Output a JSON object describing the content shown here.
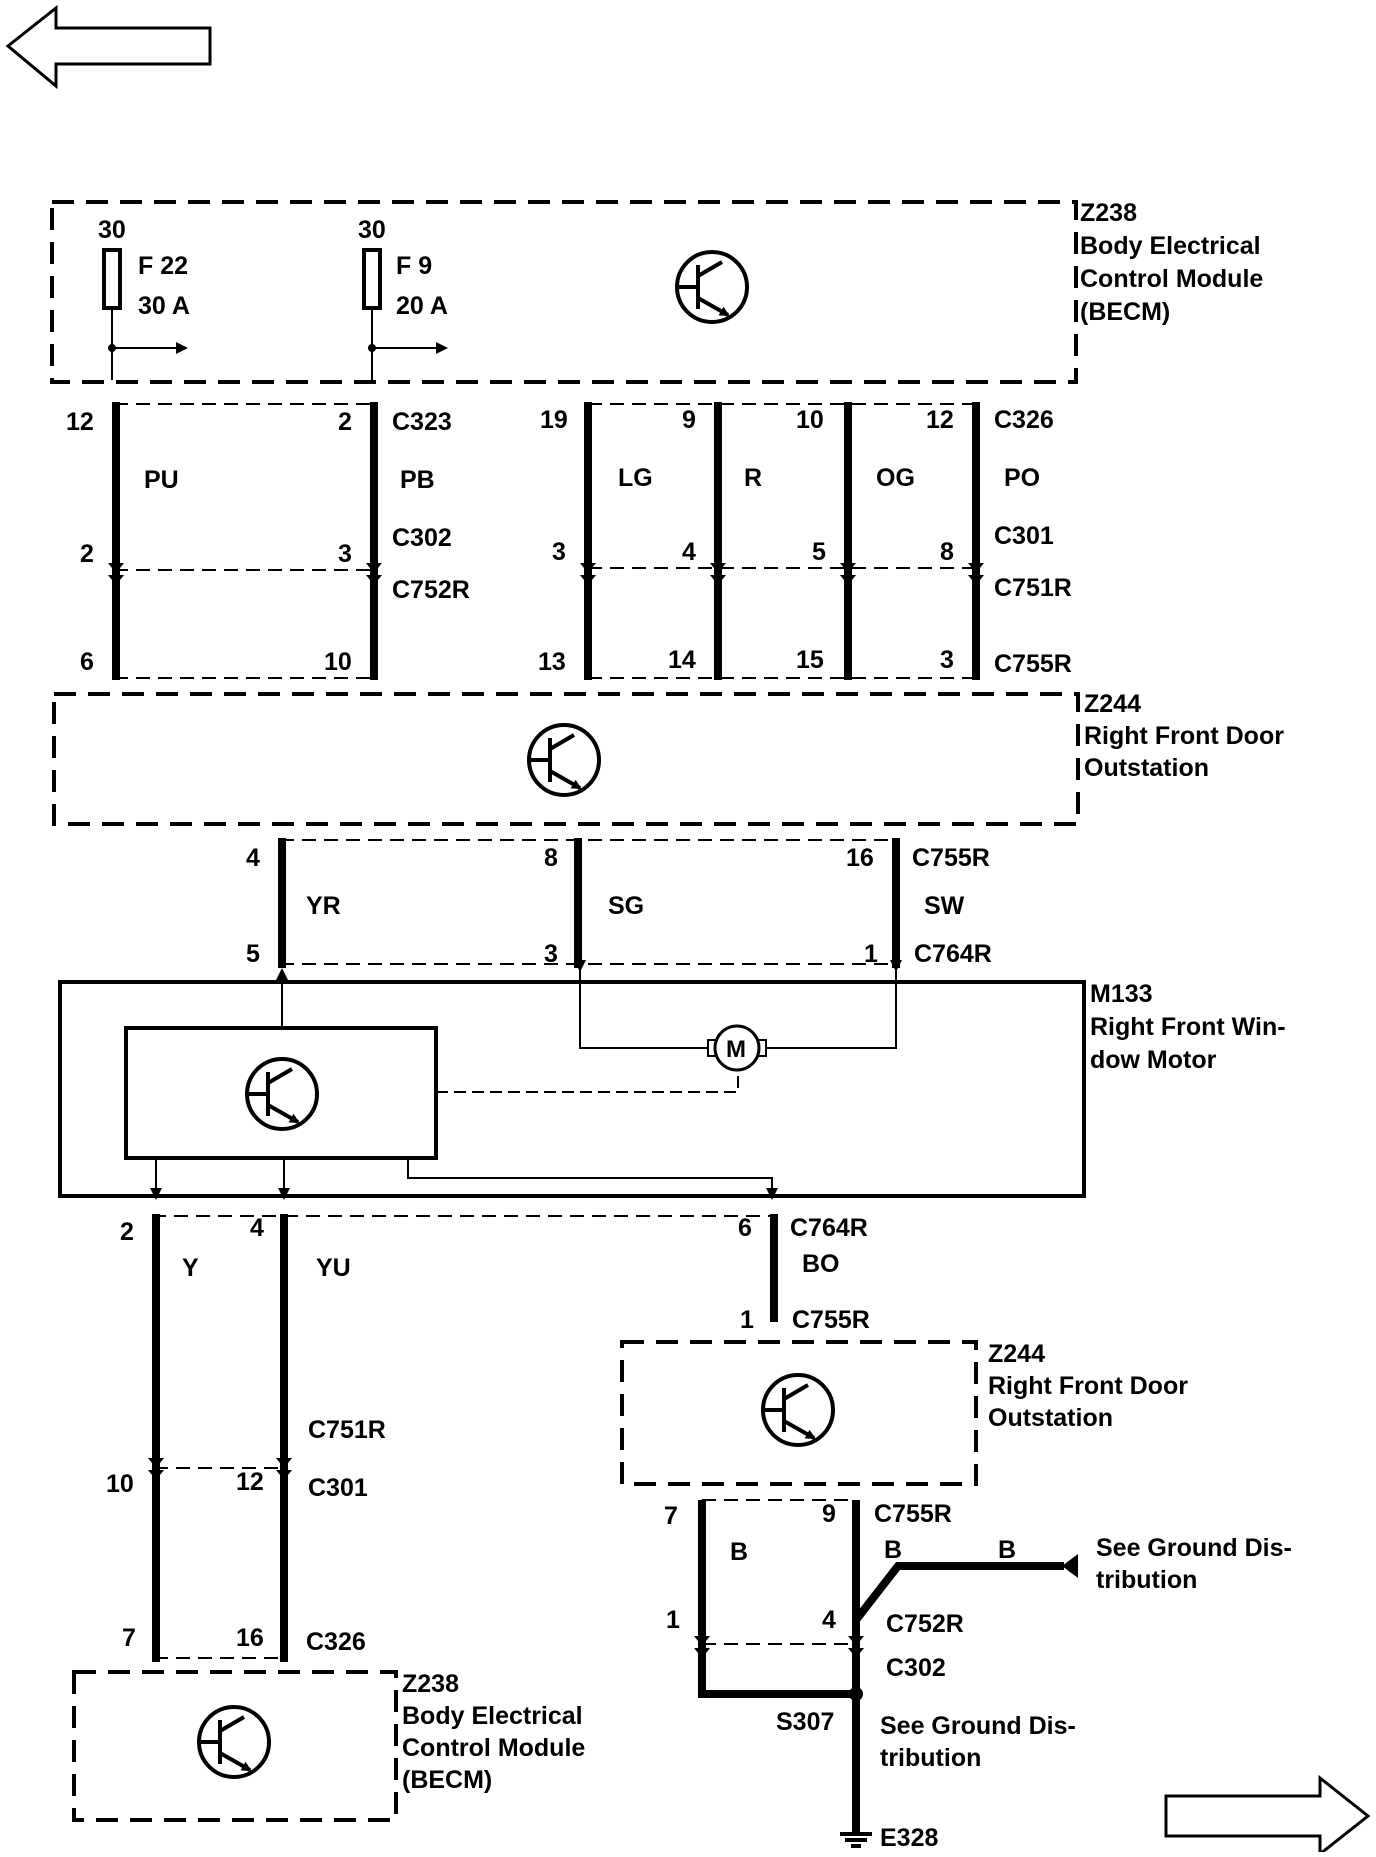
{
  "nav": {
    "prev_icon": "left-arrow-icon",
    "next_icon": "right-arrow-icon"
  },
  "becm_top": {
    "id": "Z238",
    "name_lines": [
      "Body Electrical",
      "Control Module",
      "(BECM)"
    ],
    "fuses": [
      {
        "supply": "30",
        "name": "F 22",
        "rating": "30 A"
      },
      {
        "supply": "30",
        "name": "F 9",
        "rating": "20 A"
      }
    ]
  },
  "connectors_top": {
    "c323": "C323",
    "c302": "C302",
    "c752r": "C752R",
    "c326": "C326",
    "c301": "C301",
    "c751r": "C751R",
    "c755r": "C755R"
  },
  "wires_top": [
    {
      "color": "PU",
      "pin_a": "12",
      "pin_b": "2",
      "pin_c": "6"
    },
    {
      "color": "PB",
      "pin_a": "2",
      "pin_b": "3",
      "pin_c": "10"
    },
    {
      "color": "LG",
      "pin_a": "19",
      "pin_b": "3",
      "pin_c": "13"
    },
    {
      "color": "R",
      "pin_a": "9",
      "pin_b": "4",
      "pin_c": "14"
    },
    {
      "color": "OG",
      "pin_a": "10",
      "pin_b": "5",
      "pin_c": "15"
    },
    {
      "color": "PO",
      "pin_a": "12",
      "pin_b": "8",
      "pin_c": "3"
    }
  ],
  "door_outstation_1": {
    "id": "Z244",
    "name_lines": [
      "Right Front Door",
      "Outstation"
    ]
  },
  "motor_link": {
    "conn_top": "C755R",
    "conn_bottom": "C764R",
    "wires": [
      {
        "color": "YR",
        "pin_top": "4",
        "pin_bottom": "5"
      },
      {
        "color": "SG",
        "pin_top": "8",
        "pin_bottom": "3"
      },
      {
        "color": "SW",
        "pin_top": "16",
        "pin_bottom": "1"
      }
    ]
  },
  "motor": {
    "id": "M133",
    "name_lines": [
      "Right Front Win-",
      "dow Motor"
    ],
    "symbol": "M"
  },
  "lower_left": {
    "wires": [
      {
        "color": "Y",
        "pin_top": "2",
        "pin_mid": "10",
        "pin_bottom": "7"
      },
      {
        "color": "YU",
        "pin_top": "4",
        "pin_mid": "12",
        "pin_bottom": "16"
      }
    ],
    "c751r": "C751R",
    "c301": "C301",
    "c326": "C326"
  },
  "becm_bottom": {
    "id": "Z238",
    "name_lines": [
      "Body Electrical",
      "Control Module",
      "(BECM)"
    ]
  },
  "lower_right": {
    "bo_wire": {
      "color": "BO",
      "pin_top": "6",
      "pin_bottom": "1",
      "conn_top": "C764R",
      "conn_bottom": "C755R"
    },
    "door_outstation_2": {
      "id": "Z244",
      "name_lines": [
        "Right Front Door",
        "Outstation"
      ]
    },
    "ground_wires": {
      "conn": "C755R",
      "left": {
        "color": "B",
        "pin_top": "7",
        "pin_bottom": "1"
      },
      "right": {
        "color": "B",
        "pin_top": "9",
        "pin_bottom": "4"
      },
      "branch_color": "B",
      "c752r": "C752R",
      "c302": "C302",
      "splice": "S307",
      "ground": "E328",
      "see_ground_1": [
        "See Ground Dis-",
        "tribution"
      ],
      "see_ground_2": [
        "See Ground Dis-",
        "tribution"
      ]
    }
  }
}
